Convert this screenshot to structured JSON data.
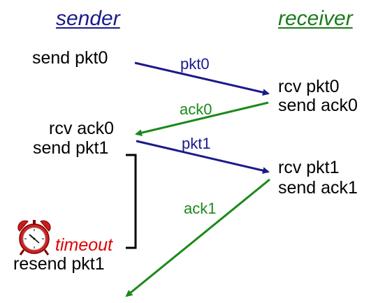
{
  "headers": {
    "sender": "sender",
    "receiver": "receiver"
  },
  "colors": {
    "sender": "#1a1a8c",
    "receiver": "#1a7a1a",
    "pkt_arrow": "#1a1a8c",
    "ack_arrow": "#1a8a1a",
    "timeout": "#e00000",
    "bracket": "#000000"
  },
  "sender_events": {
    "send_pkt0": "send pkt0",
    "rcv_ack0": "rcv ack0",
    "send_pkt1": "send pkt1",
    "timeout": "timeout",
    "resend_pkt1": "resend pkt1"
  },
  "receiver_events": {
    "rcv_pkt0": "rcv pkt0",
    "send_ack0": "send ack0",
    "rcv_pkt1": "rcv pkt1",
    "send_ack1": "send ack1"
  },
  "arrow_labels": {
    "pkt0": "pkt0",
    "ack0": "ack0",
    "pkt1": "pkt1",
    "ack1": "ack1"
  },
  "icons": {
    "timer": "alarm-clock-icon"
  }
}
